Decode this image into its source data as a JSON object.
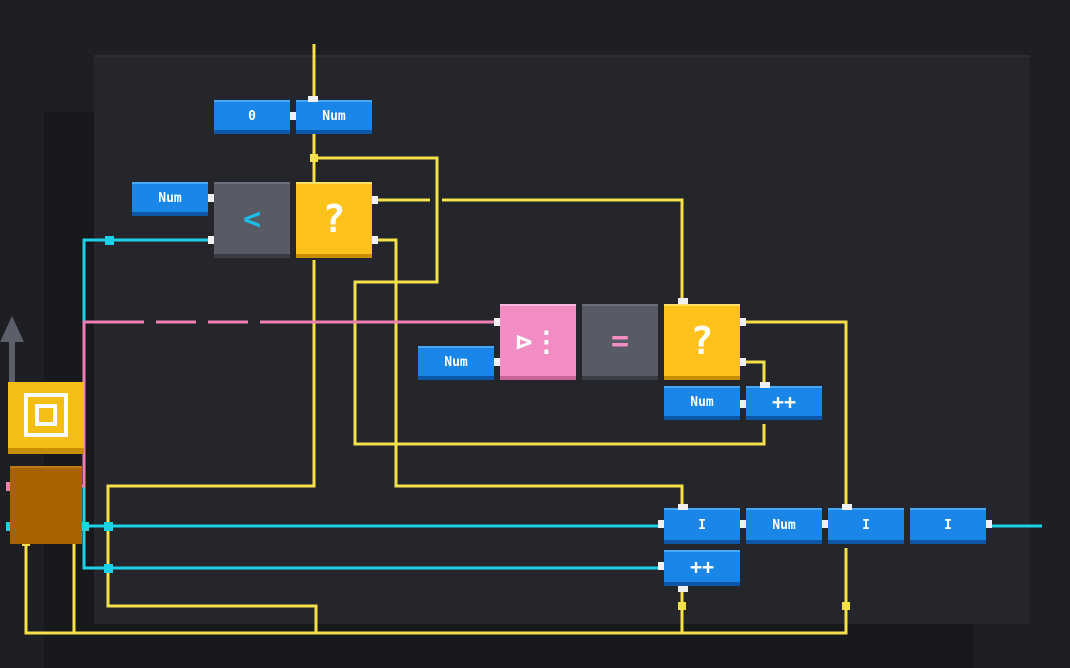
{
  "colors": {
    "background": "#1e1f24",
    "canvas": "#25262c",
    "wire_yellow": "#f4e04a",
    "wire_cyan": "#1bd2e8",
    "wire_pink": "#ee7fb2",
    "block_blue": "#1a86e8",
    "block_gray": "#585b66",
    "block_yellow": "#ffc21a",
    "block_pink": "#f28dc4"
  },
  "blocks": {
    "const_zero": "0",
    "num_top": "Num",
    "num_left": "Num",
    "less_than": "<",
    "condition_top": "?",
    "num_mid": "Num",
    "select": "⊳⋮",
    "equals": "=",
    "condition_right": "?",
    "num_under_cond": "Num",
    "increment_right": "++",
    "list_a": "I",
    "num_bottom": "Num",
    "list_b": "I",
    "list_c": "I",
    "increment_bottom": "++",
    "output": "▣"
  },
  "icons": {
    "up_arrow": "up-arrow-icon"
  }
}
